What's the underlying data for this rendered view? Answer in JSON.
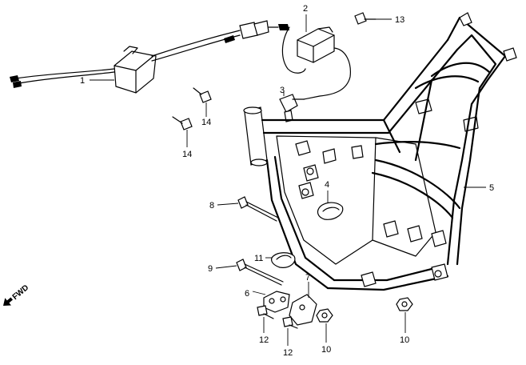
{
  "callouts": [
    {
      "id": "c1",
      "label": "1"
    },
    {
      "id": "c2",
      "label": "2"
    },
    {
      "id": "c3",
      "label": "3"
    },
    {
      "id": "c4",
      "label": "4"
    },
    {
      "id": "c5",
      "label": "5"
    },
    {
      "id": "c6",
      "label": "6"
    },
    {
      "id": "c7",
      "label": "7"
    },
    {
      "id": "c8",
      "label": "8"
    },
    {
      "id": "c9",
      "label": "9"
    },
    {
      "id": "c10a",
      "label": "10"
    },
    {
      "id": "c10b",
      "label": "10"
    },
    {
      "id": "c11",
      "label": "11"
    },
    {
      "id": "c12a",
      "label": "12"
    },
    {
      "id": "c12b",
      "label": "12"
    },
    {
      "id": "c13",
      "label": "13"
    },
    {
      "id": "c14a",
      "label": "14"
    },
    {
      "id": "c14b",
      "label": "14"
    }
  ],
  "fwd": {
    "label": "FWD"
  }
}
